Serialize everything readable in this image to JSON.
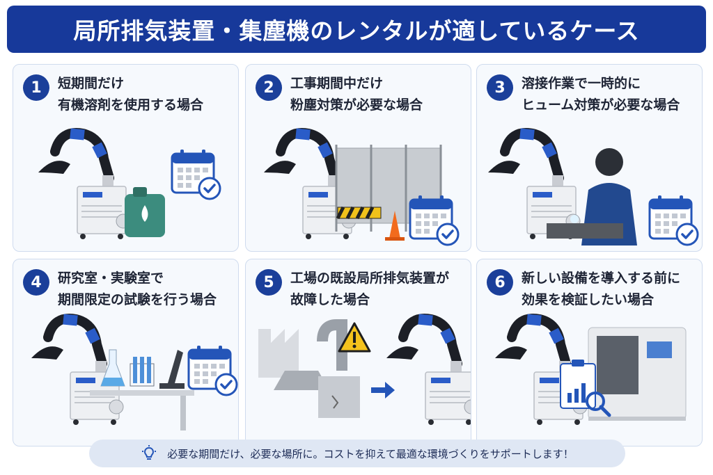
{
  "header": {
    "title": "局所排気装置・集塵機のレンタルが適しているケース"
  },
  "cases": [
    {
      "number": "1",
      "line1": "短期間だけ",
      "line2": "有機溶剤を使用する場合"
    },
    {
      "number": "2",
      "line1": "工事期間中だけ",
      "line2": "粉塵対策が必要な場合"
    },
    {
      "number": "3",
      "line1": "溶接作業で一時的に",
      "line2": "ヒューム対策が必要な場合"
    },
    {
      "number": "4",
      "line1": "研究室・実験室で",
      "line2": "期間限定の試験を行う場合"
    },
    {
      "number": "5",
      "line1": "工場の既設局所排気装置が",
      "line2": "故障した場合"
    },
    {
      "number": "6",
      "line1": "新しい設備を導入する前に",
      "line2": "効果を検証したい場合"
    }
  ],
  "footer": {
    "text": "必要な期間だけ、必要な場所に。コストを抑えて最適な環境づくりをサポートします！"
  },
  "colors": {
    "brand": "#17399a",
    "accent": "#1f57c8",
    "card_bg": "#f6f9fd",
    "card_border": "#cfdbee"
  },
  "icons": [
    "calendar-icon",
    "lightbulb-icon",
    "warning-icon",
    "arrow-right-icon",
    "magnifier-icon",
    "chart-icon"
  ]
}
